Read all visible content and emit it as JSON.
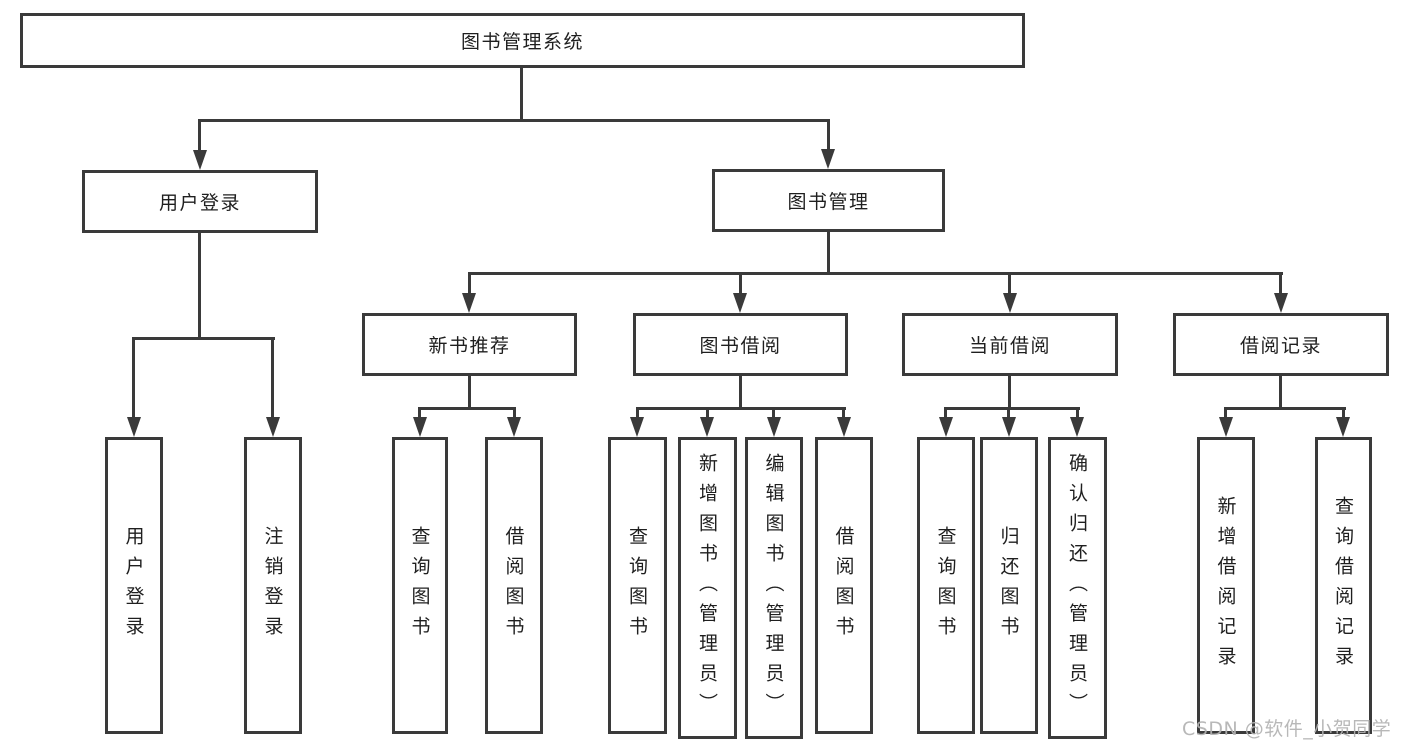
{
  "colors": {
    "line": "#3a3a3a",
    "box_border": "#3a3a3a",
    "text": "#1f1f1f",
    "background": "#ffffff",
    "watermark": "#b3b3b3"
  },
  "diagram": {
    "root": {
      "label": "图书管理系统"
    },
    "branches": [
      {
        "label": "用户登录",
        "children": [
          "用户登录",
          "注销登录"
        ]
      },
      {
        "label": "图书管理",
        "sections": [
          {
            "label": "新书推荐",
            "children": [
              "查询图书",
              "借阅图书"
            ]
          },
          {
            "label": "图书借阅",
            "children": [
              "查询图书",
              "新增图书（管理员）",
              "编辑图书（管理员）",
              "借阅图书"
            ]
          },
          {
            "label": "当前借阅",
            "children": [
              "查询图书",
              "归还图书",
              "确认归还（管理员）"
            ]
          },
          {
            "label": "借阅记录",
            "children": [
              "新增借阅记录",
              "查询借阅记录"
            ]
          }
        ]
      }
    ]
  },
  "watermark": {
    "text": "CSDN @软件_小贺同学"
  }
}
